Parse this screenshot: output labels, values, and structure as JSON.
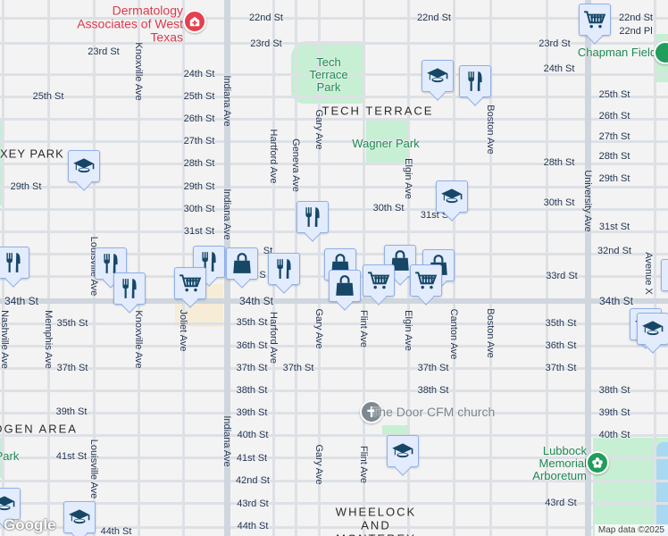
{
  "map": {
    "street_labels": [
      "22nd St",
      "23rd St",
      "23rd St",
      "24th St",
      "25th St",
      "25th St",
      "26th St",
      "27th St",
      "28th St",
      "29th St",
      "29th St",
      "30th St",
      "31st St",
      "34th St",
      "34th St",
      "35th St",
      "35th St",
      "36th St",
      "37th St",
      "37th St",
      "37th St",
      "38th St",
      "39th St",
      "39th St",
      "40th St",
      "41st St",
      "41st St",
      "42nd St",
      "43rd St",
      "44th St",
      "44th St",
      "22nd St",
      "23rd St",
      "24th St",
      "25th St",
      "26th St",
      "27th St",
      "28th St",
      "28th St",
      "29th St",
      "30th St",
      "30th St",
      "31st St",
      "31st St",
      "32nd St",
      "33rd St",
      "34th St",
      "35th St",
      "36th St",
      "37th St",
      "37th St",
      "38th St",
      "38th St",
      "39th St",
      "40th St",
      "43rd St",
      "22nd St",
      "22nd Pl",
      "St",
      "S"
    ],
    "avenue_labels": [
      "Knoxville Ave",
      "Indiana Ave",
      "Indiana Ave",
      "Hartford Ave",
      "Geneva Ave",
      "Gary Ave",
      "Elgin Ave",
      "Boston Ave",
      "University Ave",
      "Louisville Ave",
      "Nashville Ave",
      "Memphis Ave",
      "Knoxville Ave",
      "Joliet Ave",
      "Harford Ave",
      "Gary Ave",
      "Flint Ave",
      "Elgin Ave",
      "Canton Ave",
      "Boston Ave",
      "Indiana Ave",
      "Gary Ave",
      "Flint Ave",
      "Louisville Ave",
      "Avenue X"
    ],
    "parks": [
      "Tech Terrace Park",
      "Wagner Park",
      "Chapman Field",
      "Lubbock Memorial Arboretum",
      "Park"
    ],
    "neighborhoods": [
      "TECH TERRACE",
      "XEY PARK",
      "DGEN AREA",
      "WHEELOCK AND MONTEREY"
    ],
    "pois": {
      "dermatology": "Dermatology Associates of West Texas",
      "church": "The Door CFM church"
    },
    "markers": {
      "school": 8,
      "restaurant": 8,
      "shopping": 5,
      "grocery": 4
    },
    "colors": {
      "marker_bg": "#e3ecfc",
      "marker_icon": "#164766",
      "park": "#c6efd3",
      "hospital": "#e5404f"
    }
  },
  "attribution": {
    "logo": "Google",
    "text": "Map data ©2025"
  }
}
